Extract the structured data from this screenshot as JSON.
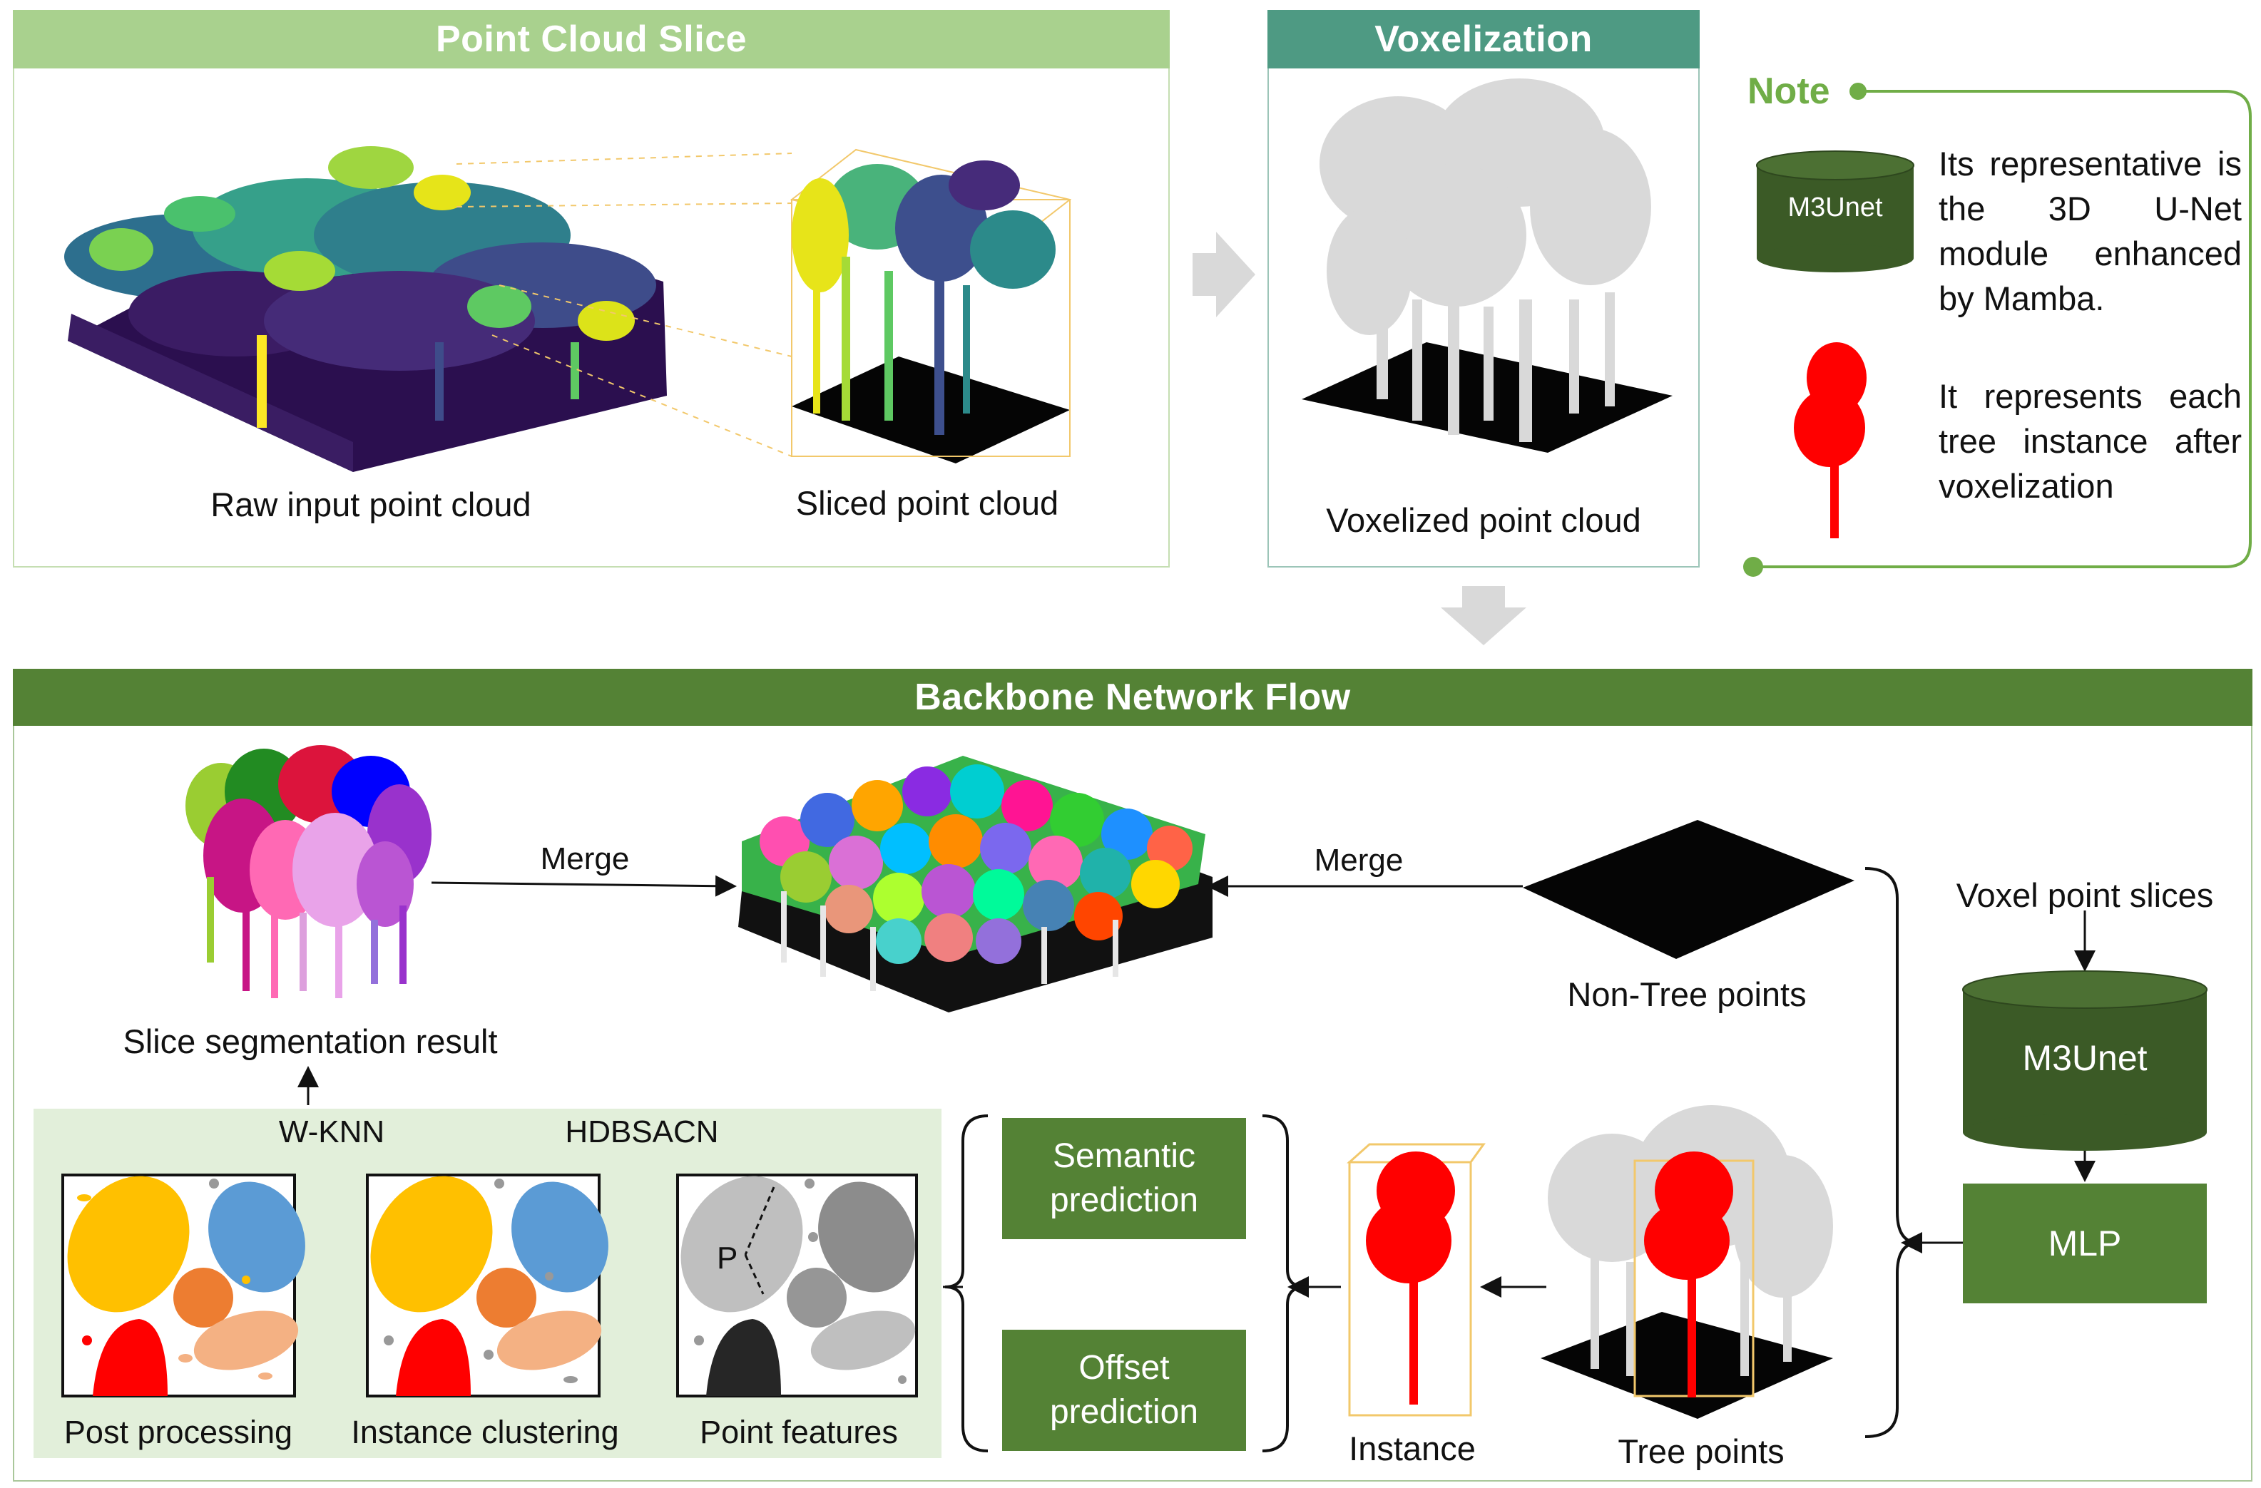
{
  "point_cloud_slice": {
    "title": "Point Cloud Slice",
    "raw_caption": "Raw input point cloud",
    "sliced_caption": "Sliced point cloud"
  },
  "voxelization": {
    "title": "Voxelization",
    "caption": "Voxelized point cloud"
  },
  "note": {
    "title": "Note",
    "m3unet_label": "M3Unet",
    "m3unet_text": "Its representative is the 3D U-Net module enhanced by Mamba.",
    "tree_text": "It represents each tree instance after voxelization"
  },
  "backbone": {
    "title": "Backbone Network Flow",
    "merge_left": "Merge",
    "merge_right": "Merge",
    "slice_result": "Slice segmentation result",
    "non_tree": "Non-Tree points",
    "voxel_slices": "Voxel point slices",
    "m3unet": "M3Unet",
    "mlp": "MLP",
    "semantic": "Semantic prediction",
    "offset": "Offset prediction",
    "instance": "Instance",
    "tree_points": "Tree points",
    "wknn": "W-KNN",
    "hdbscan": "HDBSACN",
    "post_processing": "Post processing",
    "instance_clustering": "Instance clustering",
    "point_features": "Point features",
    "p_label": "P"
  },
  "colors": {
    "light_green": "#a9d18e",
    "teal": "#4e9a83",
    "dark_green": "#548235",
    "cylinder": "#3b5a26",
    "note_green": "#70ad47",
    "pale_green_bg": "#e2efda",
    "tree_red": "#ff0000",
    "voxel_gray": "#d9d9d9"
  }
}
